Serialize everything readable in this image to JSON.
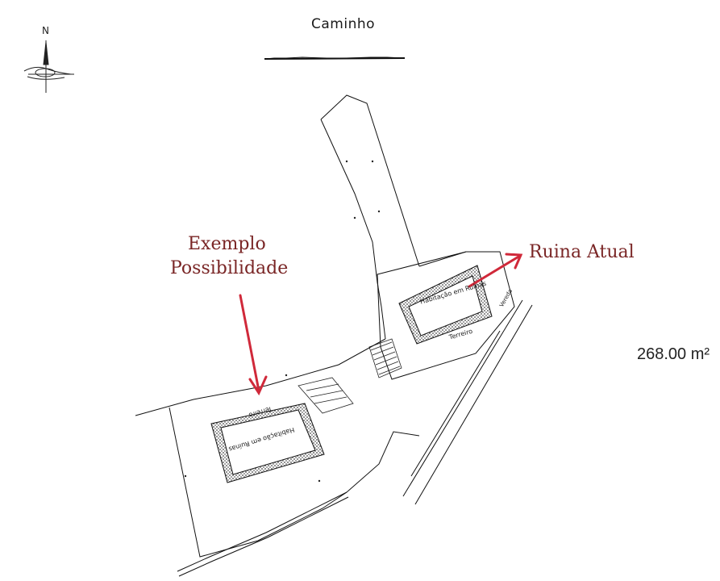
{
  "map": {
    "road_label": "Caminho",
    "north_label": "N",
    "example_label_line1": "Exemplo",
    "example_label_line2": "Possibilidade",
    "current_ruin_label": "Ruina Atual",
    "area_label": "268.00 m²",
    "building_label": "Habitação em Ruínas",
    "yard_label": "Terreiro",
    "path_label": "Vereda",
    "colors": {
      "annotation": "#7a2626",
      "arrow": "#d0293a",
      "linework": "#1a1a1a",
      "hatch": "#555555"
    },
    "icons": [
      "compass-rose-icon"
    ]
  }
}
